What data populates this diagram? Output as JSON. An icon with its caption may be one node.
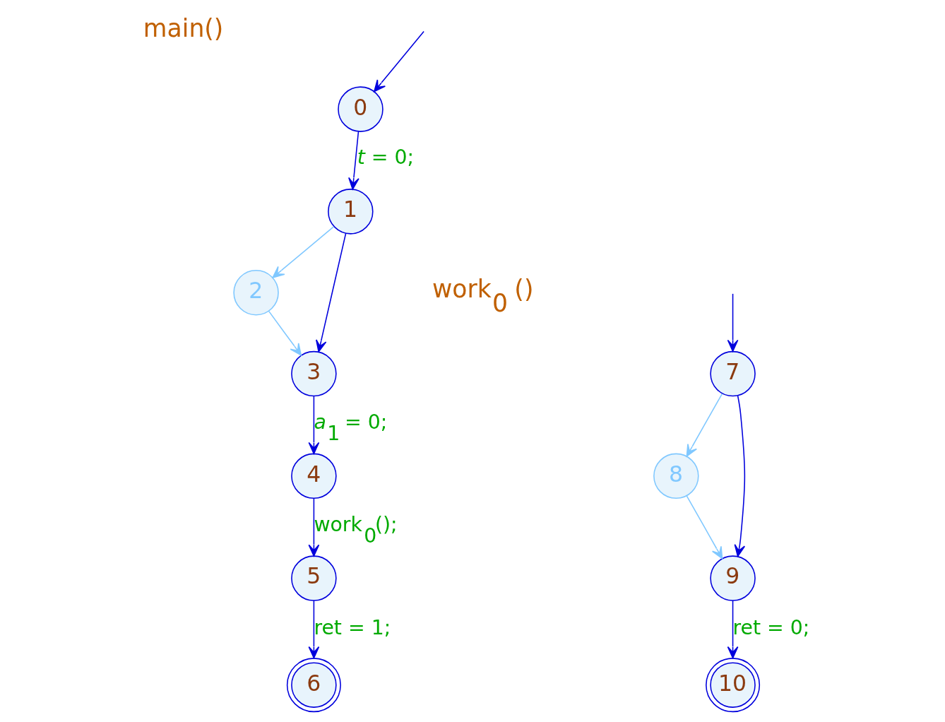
{
  "diagram": {
    "nodes": [
      {
        "text": [
          "0"
        ]
      },
      {
        "text": [
          "1"
        ]
      },
      {
        "text": [
          "2"
        ]
      },
      {
        "text": [
          "3"
        ]
      },
      {
        "text": [
          "4"
        ]
      },
      {
        "text": [
          "5"
        ]
      },
      {
        "text": [
          "6"
        ]
      },
      {
        "text": [
          "7"
        ]
      },
      {
        "text": [
          "8"
        ]
      },
      {
        "text": [
          "9"
        ]
      },
      {
        "text": [
          "10"
        ]
      }
    ],
    "edges": [
      {
        "from": null,
        "to": 0,
        "arrow": "to"
      },
      {
        "from": 0,
        "to": 1,
        "arrow": "to",
        "label": "*t* = 0;"
      },
      {
        "from": 1,
        "to": 3,
        "arrow": "to"
      },
      {
        "from": 1,
        "to": 2,
        "arrow": "to",
        "color": "#80c8ff"
      },
      {
        "from": 2,
        "to": 3,
        "arrow": "to",
        "color": "#80c8ff"
      },
      {
        "from": 3,
        "to": 4,
        "arrow": "to",
        "label": "*a*$_{1}$ = 0;"
      },
      {
        "from": 4,
        "to": 5,
        "arrow": "to",
        "label": "work$_{0}$();"
      },
      {
        "from": 5,
        "to": 6,
        "arrow": "to",
        "label": "ret = 1;"
      },
      {
        "from": null,
        "to": 7,
        "arrow": "to"
      },
      {
        "from": 7,
        "to": 9,
        "arrow": "to"
      },
      {
        "from": 7,
        "to": 8,
        "arrow": "to",
        "color": "#80c8ff"
      },
      {
        "from": 8,
        "to": 9,
        "arrow": "to",
        "color": "#80c8ff"
      },
      {
        "from": 9,
        "to": 10,
        "arrow": "to",
        "label": "ret = 0;"
      }
    ],
    "labels": [
      "main()",
      "work$_{0}$ ()"
    ]
  }
}
